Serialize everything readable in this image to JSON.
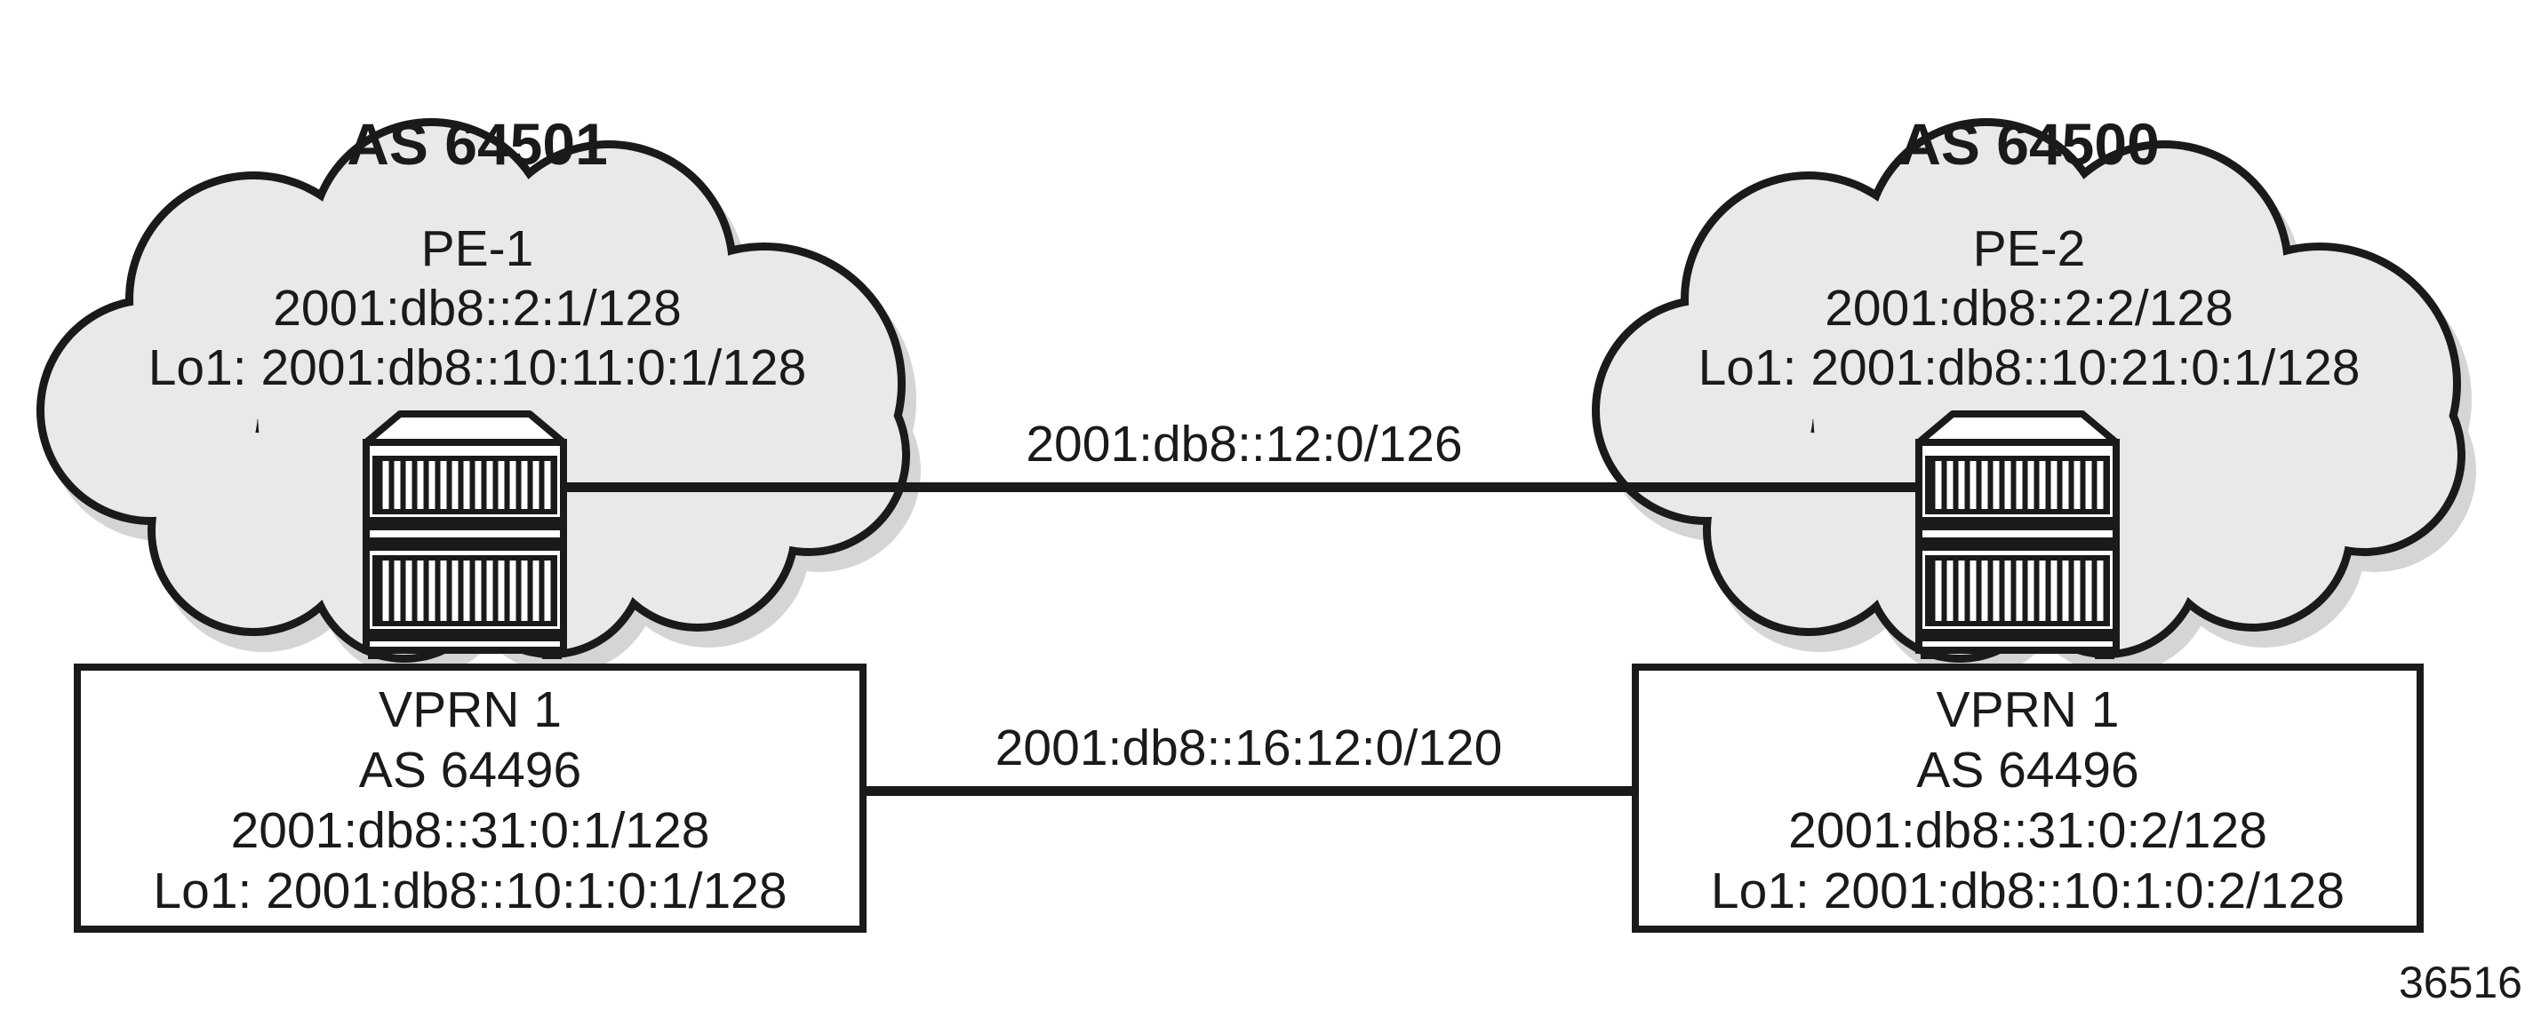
{
  "diagram": {
    "figure_number": "36516",
    "colors": {
      "outline": "#1a1a1a",
      "cloud_fill": "#e9e9e9",
      "cloud_shadow": "#d5d5d5",
      "box_fill": "#ffffff"
    },
    "left_cloud": {
      "as_label": "AS 64501",
      "router_name": "PE-1",
      "system_address": "2001:db8::2:1/128",
      "loopback": "Lo1: 2001:db8::10:11:0:1/128"
    },
    "right_cloud": {
      "as_label": "AS 64500",
      "router_name": "PE-2",
      "system_address": "2001:db8::2:2/128",
      "loopback": "Lo1: 2001:db8::10:21:0:1/128"
    },
    "pe_link": {
      "label": "2001:db8::12:0/126"
    },
    "vprn_link": {
      "label": "2001:db8::16:12:0/120"
    },
    "left_vprn": {
      "lines": [
        "VPRN 1",
        "AS 64496",
        "2001:db8::31:0:1/128",
        "Lo1: 2001:db8::10:1:0:1/128"
      ]
    },
    "right_vprn": {
      "lines": [
        "VPRN 1",
        "AS 64496",
        "2001:db8::31:0:2/128",
        "Lo1: 2001:db8::10:1:0:2/128"
      ]
    }
  }
}
